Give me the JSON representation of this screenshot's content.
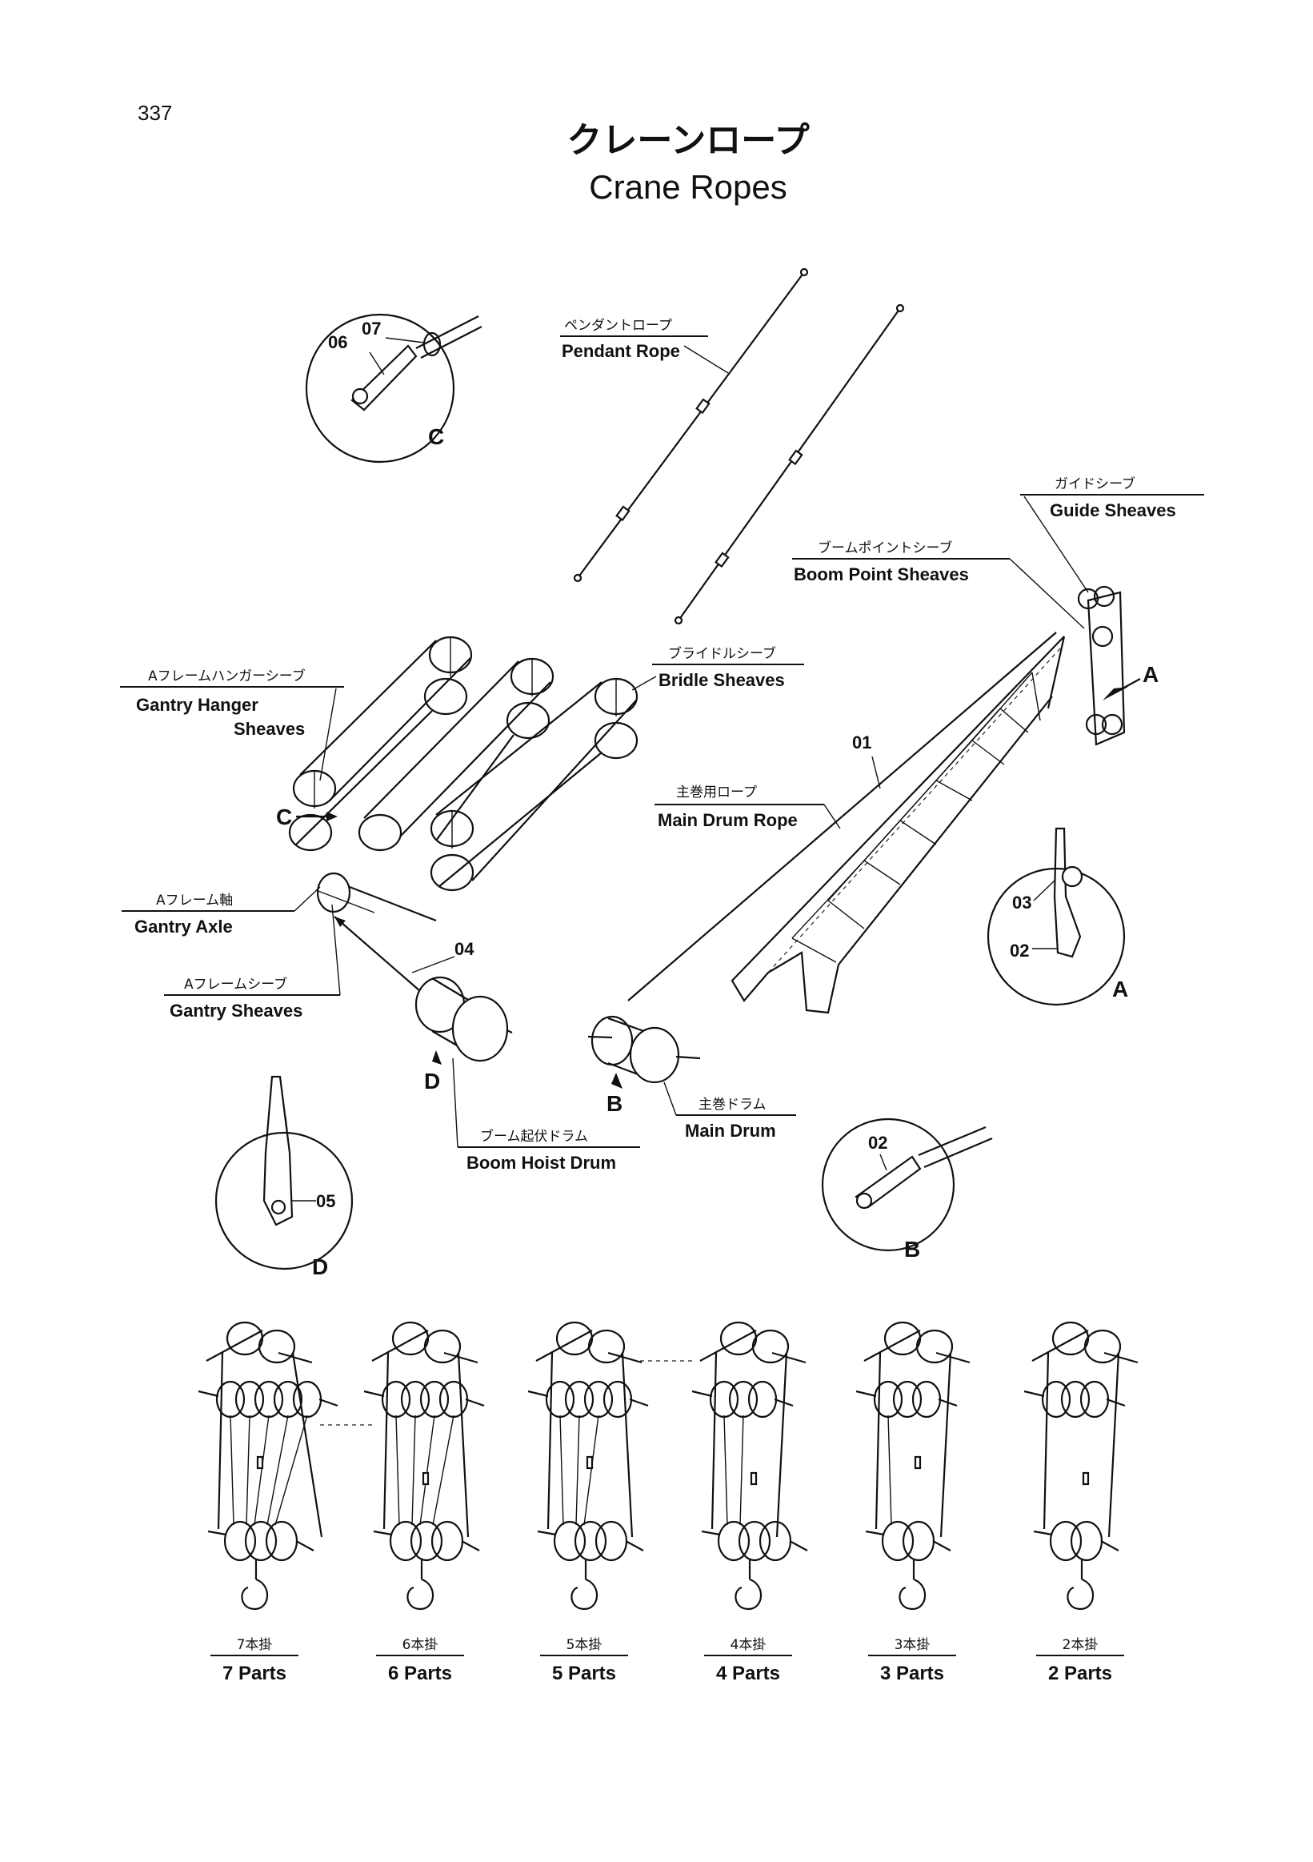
{
  "page": {
    "number": "337",
    "title_jp": "クレーンロープ",
    "title_en": "Crane Ropes"
  },
  "labels": {
    "pendant_rope": {
      "jp": "ペンダントロープ",
      "en": "Pendant Rope"
    },
    "guide_sheaves": {
      "jp": "ガイドシーブ",
      "en": "Guide Sheaves"
    },
    "boom_point_sheaves": {
      "jp": "ブームポイントシーブ",
      "en": "Boom Point Sheaves"
    },
    "bridle_sheaves": {
      "jp": "ブライドルシーブ",
      "en": "Bridle Sheaves"
    },
    "gantry_hanger_sheaves": {
      "jp": "Aフレームハンガーシーブ",
      "en_line1": "Gantry Hanger",
      "en_line2": "Sheaves"
    },
    "main_drum_rope": {
      "jp": "主巻用ロープ",
      "en": "Main Drum Rope"
    },
    "gantry_axle": {
      "jp": "Aフレーム軸",
      "en": "Gantry Axle"
    },
    "gantry_sheaves": {
      "jp": "Aフレームシーブ",
      "en": "Gantry Sheaves"
    },
    "boom_hoist_drum": {
      "jp": "ブーム起伏ドラム",
      "en": "Boom Hoist Drum"
    },
    "main_drum": {
      "jp": "主巻ドラム",
      "en": "Main Drum"
    }
  },
  "part_numbers": {
    "p01": "01",
    "p02": "02",
    "p03": "03",
    "p04": "04",
    "p05": "05",
    "p06": "06",
    "p07": "07"
  },
  "detail_letters": {
    "a": "A",
    "b": "B",
    "c": "C",
    "d": "D"
  },
  "reeving": [
    {
      "jp": "7本掛",
      "en": "7 Parts"
    },
    {
      "jp": "6本掛",
      "en": "6 Parts"
    },
    {
      "jp": "5本掛",
      "en": "5 Parts"
    },
    {
      "jp": "4本掛",
      "en": "4 Parts"
    },
    {
      "jp": "3本掛",
      "en": "3 Parts"
    },
    {
      "jp": "2本掛",
      "en": "2 Parts"
    }
  ]
}
